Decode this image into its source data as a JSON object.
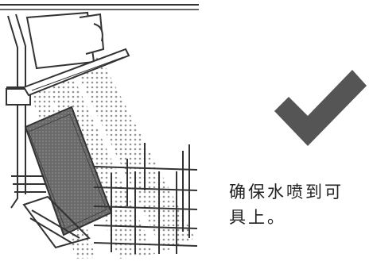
{
  "caption": {
    "line1": "确保水喷到可",
    "line2": "具上。"
  },
  "icons": {
    "illustration": "dishwasher-rack-spray-illustration",
    "check": "checkmark-icon"
  },
  "colors": {
    "check": "#555555",
    "line": "#333333",
    "spray": "#888888",
    "rack_fill": "#666666"
  }
}
